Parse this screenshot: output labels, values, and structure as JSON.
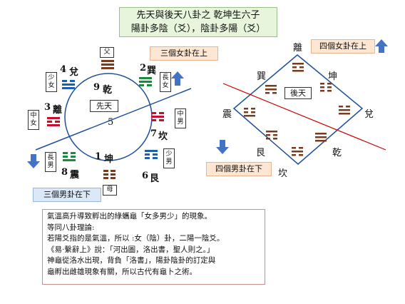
{
  "title": {
    "line1": "先天與後天八卦之 乾坤生六子",
    "line2": "陽卦多陰（爻），陰卦多陽（爻）"
  },
  "left_diagram": {
    "center_label": "先天",
    "center_number": "5",
    "callout_top": "三個女卦在上",
    "callout_bottom": "三個男卦在下",
    "trigrams": [
      {
        "id": "qian",
        "number": "9",
        "name": "乾",
        "relation": "父",
        "color": "#7a3a1c"
      },
      {
        "id": "xun",
        "number": "2",
        "name": "巽",
        "relation": "長女",
        "color": "#1a8a3c"
      },
      {
        "id": "kan",
        "number": "7",
        "name": "坎",
        "relation": "中男",
        "color": "#c8102e"
      },
      {
        "id": "gen",
        "number": "6",
        "name": "艮",
        "relation": "少男",
        "color": "#1f5fb0"
      },
      {
        "id": "kun",
        "number": "1",
        "name": "坤",
        "relation": "母",
        "color": "#7a3a1c"
      },
      {
        "id": "zhen",
        "number": "8",
        "name": "震",
        "relation": "長男",
        "color": "#1a8a3c"
      },
      {
        "id": "li",
        "number": "3",
        "name": "離",
        "relation": "中女",
        "color": "#c8102e"
      },
      {
        "id": "dui",
        "number": "4",
        "name": "兌",
        "relation": "少女",
        "color": "#1f5fb0"
      }
    ]
  },
  "right_diagram": {
    "center_label": "後天",
    "callout_top": "四個女卦在上",
    "callout_bottom": "四個男卦在下",
    "labels": {
      "li": "離",
      "kun": "坤",
      "dui": "兌",
      "qian": "乾",
      "kan": "坎",
      "gen": "艮",
      "zhen": "震",
      "xun": "巽"
    }
  },
  "text": {
    "lines": [
      "氣溫高升導致孵出的綠蠵龜「女多男少」的現象。",
      "等同八卦理論:",
      "若陽爻指的是氣溫，所以 :女（陰）卦，二陽一陰爻。",
      "《易·繫辭上》說：「河出圖，洛出書，聖人則之。」",
      "神龜從洛水出現，背負「洛書」，陽卦陰卦的訂定與",
      "龜孵出雌雄現象有關，所以古代有龜卜之術。"
    ]
  },
  "colors": {
    "brown": "#7a3a1c",
    "green": "#1a8a3c",
    "red": "#c8102e",
    "blue": "#1f5fb0",
    "line_blue": "#1f4f9a",
    "line_red": "#cc0000",
    "arrow_blue": "#4472c4"
  }
}
